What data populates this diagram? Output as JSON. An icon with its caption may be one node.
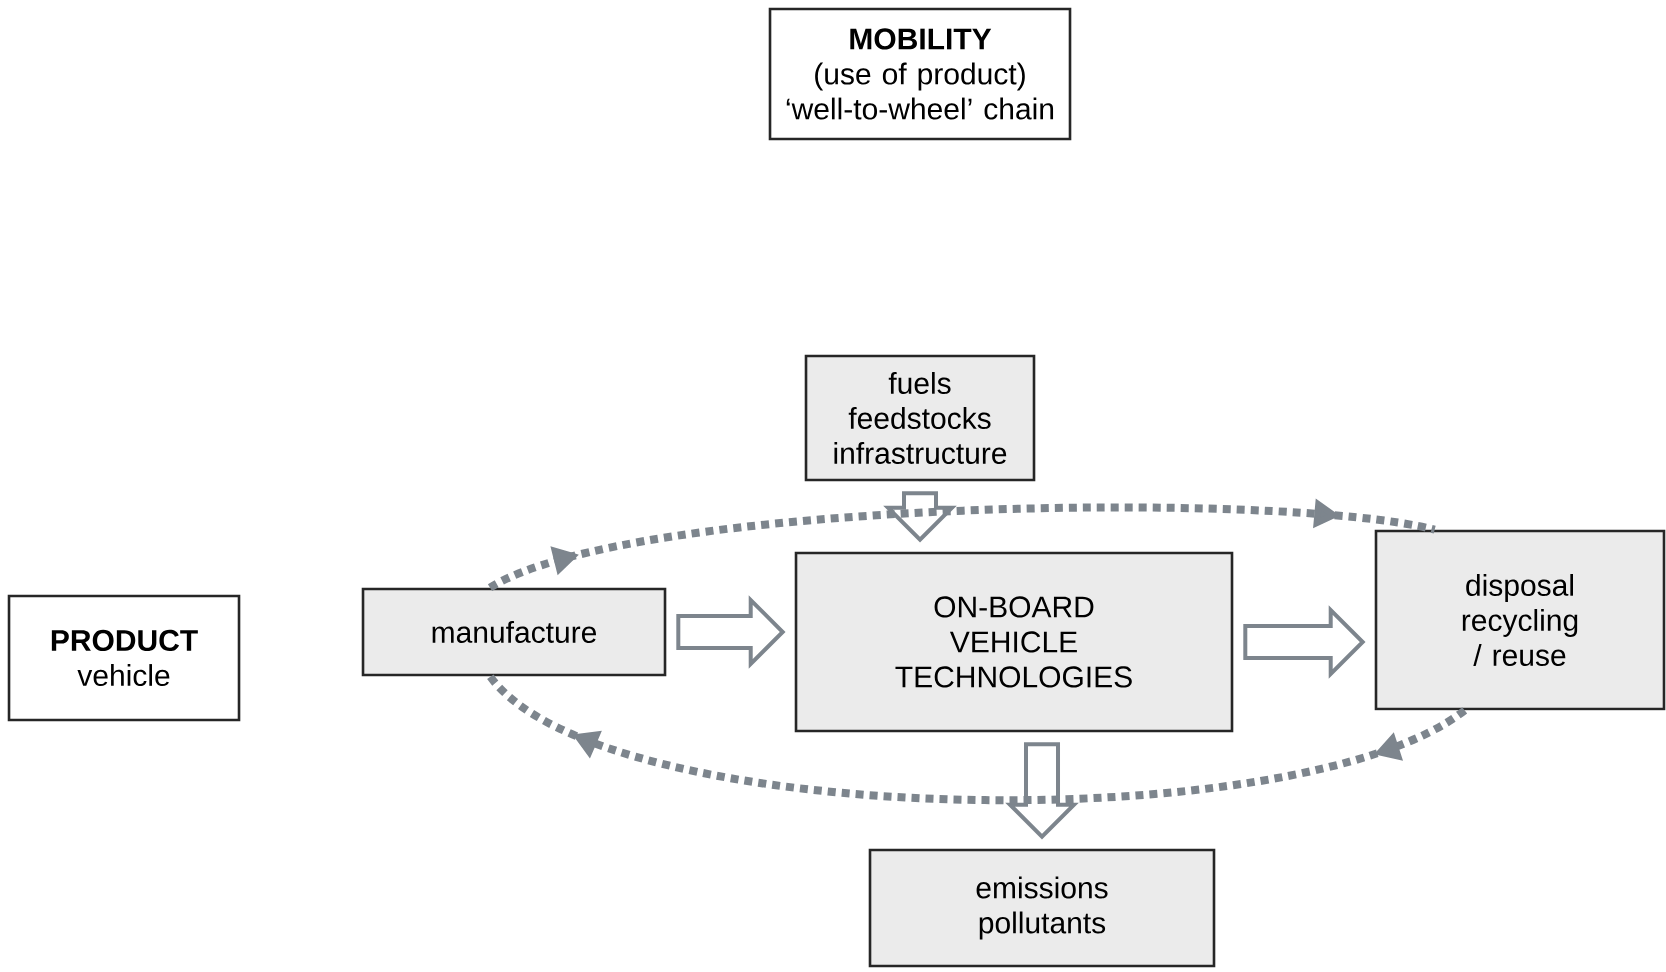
{
  "diagram": {
    "nodes": [
      {
        "text": [
          "MOBILITY",
          "(use of product) ‘well-to-wheel’ chain"
        ]
      },
      {
        "text": [
          "fuels feedstocks infrastructure"
        ]
      },
      {
        "text": [
          "PRODUCT",
          "vehicle"
        ]
      },
      {
        "text": [
          "manufacture"
        ]
      },
      {
        "text": [
          "ON-BOARD VEHICLE TECHNOLOGIES"
        ]
      },
      {
        "text": [
          "disposal recycling / reuse"
        ]
      },
      {
        "text": [
          "emissions pollutants"
        ]
      }
    ],
    "edges": [
      {
        "from": 3,
        "to": 4,
        "arrow": "to",
        "style": "thick"
      },
      {
        "from": 1,
        "to": 4,
        "arrow": "to",
        "style": "thick"
      },
      {
        "from": 4,
        "to": 5,
        "arrow": "to",
        "style": "thick"
      },
      {
        "from": 4,
        "to": 6,
        "arrow": "to",
        "style": "thick"
      },
      {
        "from": 3,
        "to": 5,
        "arrow": "to",
        "style": "dashed"
      },
      {
        "from": 5,
        "to": 3,
        "arrow": "to",
        "style": "dashed"
      }
    ]
  }
}
